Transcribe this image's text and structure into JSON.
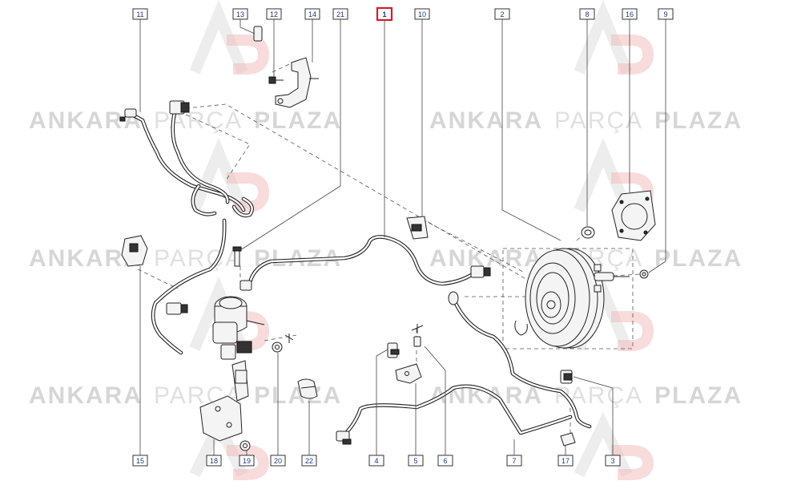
{
  "watermark": {
    "brand_first": "ANKARA",
    "brand_mid": "PARÇA",
    "brand_last": "PLAZA"
  },
  "callouts": [
    {
      "id": "c11",
      "label": "11",
      "highlight": false
    },
    {
      "id": "c13",
      "label": "13",
      "highlight": false
    },
    {
      "id": "c12",
      "label": "12",
      "highlight": false
    },
    {
      "id": "c14",
      "label": "14",
      "highlight": false
    },
    {
      "id": "c21",
      "label": "21",
      "highlight": false
    },
    {
      "id": "c1",
      "label": "1",
      "highlight": true
    },
    {
      "id": "c10",
      "label": "10",
      "highlight": false
    },
    {
      "id": "c2",
      "label": "2",
      "highlight": false
    },
    {
      "id": "c8",
      "label": "8",
      "highlight": false
    },
    {
      "id": "c16",
      "label": "16",
      "highlight": false
    },
    {
      "id": "c9",
      "label": "9",
      "highlight": false
    },
    {
      "id": "c15",
      "label": "15",
      "highlight": false
    },
    {
      "id": "c18",
      "label": "18",
      "highlight": false
    },
    {
      "id": "c19",
      "label": "19",
      "highlight": false
    },
    {
      "id": "c20",
      "label": "20",
      "highlight": false
    },
    {
      "id": "c22",
      "label": "22",
      "highlight": false
    },
    {
      "id": "c4",
      "label": "4",
      "highlight": false
    },
    {
      "id": "c5",
      "label": "5",
      "highlight": false
    },
    {
      "id": "c6",
      "label": "6",
      "highlight": false
    },
    {
      "id": "c7",
      "label": "7",
      "highlight": false
    },
    {
      "id": "c17",
      "label": "17",
      "highlight": false
    },
    {
      "id": "c3",
      "label": "3",
      "highlight": false
    }
  ],
  "colors": {
    "callout_text": "#1e3a7a",
    "highlight_border": "#d21f2a",
    "logo_red": "#f2b8b8",
    "logo_gray": "#dcdcdc"
  }
}
